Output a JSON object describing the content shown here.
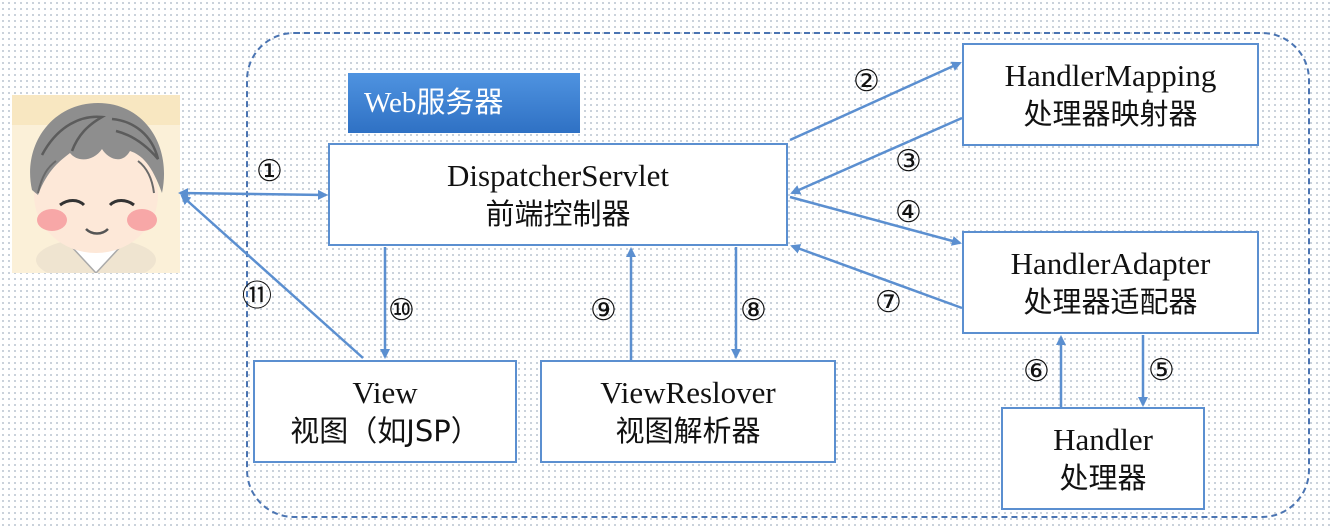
{
  "banner": {
    "label": "Web服务器"
  },
  "boxes": {
    "dispatcher": {
      "line1": "DispatcherServlet",
      "line2": "前端控制器"
    },
    "mapping": {
      "line1": "HandlerMapping",
      "line2": "处理器映射器"
    },
    "adapter": {
      "line1": "HandlerAdapter",
      "line2": "处理器适配器"
    },
    "handler": {
      "line1": "Handler",
      "line2": "处理器"
    },
    "view": {
      "line1": "View",
      "line2": "视图（如JSP）"
    },
    "resolver": {
      "line1": "ViewReslover",
      "line2": "视图解析器"
    }
  },
  "steps": [
    "①",
    "②",
    "③",
    "④",
    "⑤",
    "⑥",
    "⑦",
    "⑧",
    "⑨",
    "⑩",
    "⑪"
  ],
  "colors": {
    "arrow": "#5b8fd0",
    "boundary": "#4a74b2",
    "banner": "#3b7fd2"
  },
  "icons": {
    "user": "user-avatar-icon"
  }
}
